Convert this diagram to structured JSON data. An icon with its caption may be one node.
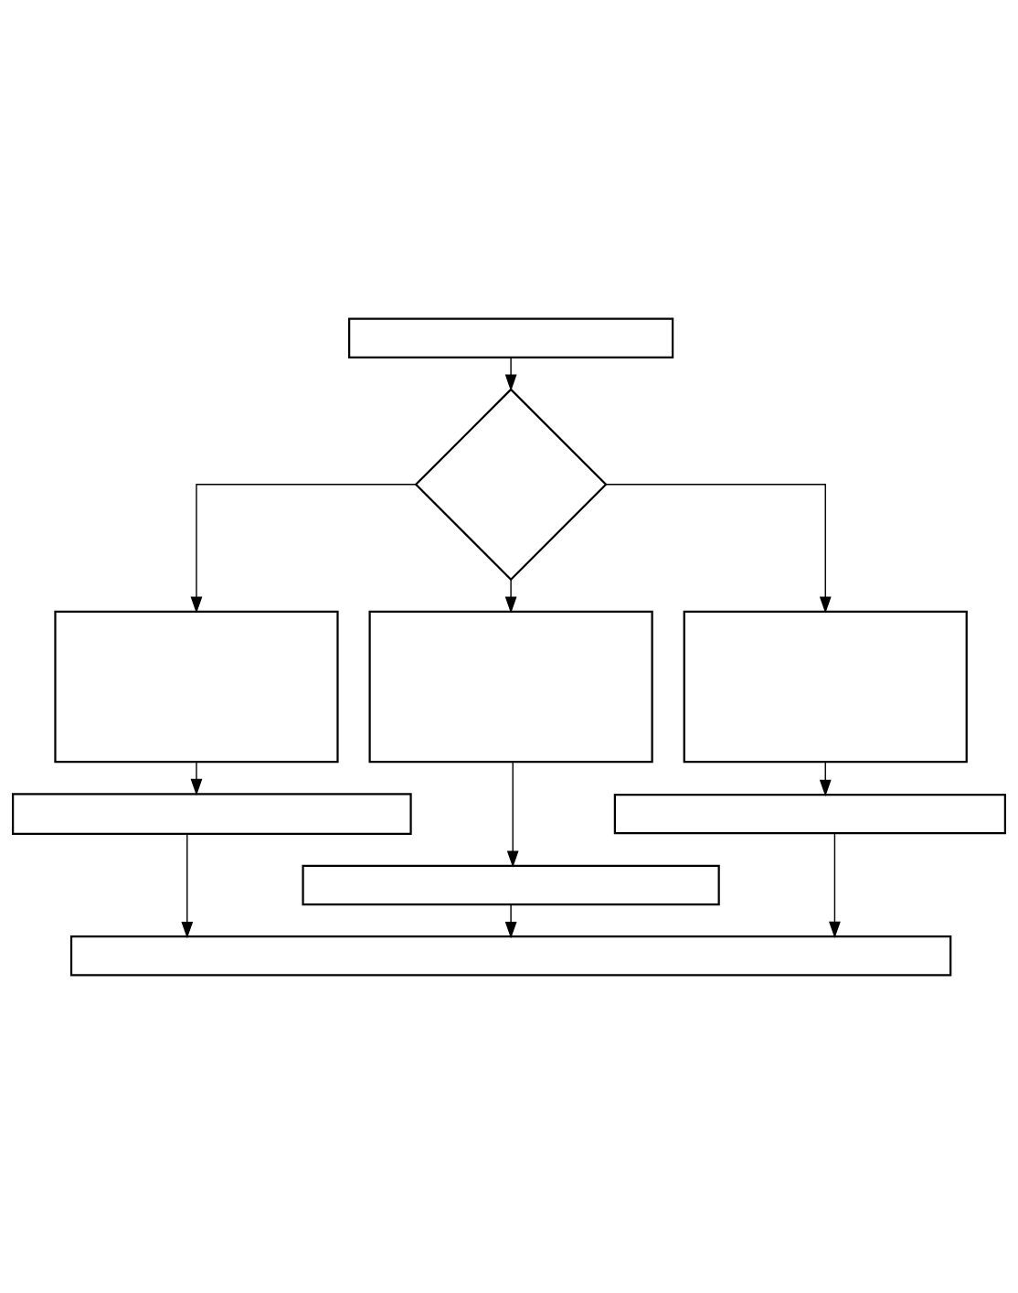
{
  "diagram": {
    "nodes": [
      {
        "text": [],
        "shape": "box"
      },
      {
        "text": [],
        "shape": "diamond"
      },
      {
        "text": [],
        "shape": "box"
      },
      {
        "text": [],
        "shape": "box"
      },
      {
        "text": [],
        "shape": "box"
      },
      {
        "text": [],
        "shape": "box"
      },
      {
        "text": [],
        "shape": "box"
      },
      {
        "text": [],
        "shape": "box"
      },
      {
        "text": [],
        "shape": "box"
      }
    ],
    "edges": [
      {
        "from": 0,
        "to": 1,
        "arrow": "to"
      },
      {
        "from": 1,
        "to": 2,
        "arrow": "to"
      },
      {
        "from": 1,
        "to": 3,
        "arrow": "to"
      },
      {
        "from": 1,
        "to": 4,
        "arrow": "to"
      },
      {
        "from": 2,
        "to": 5,
        "arrow": "to"
      },
      {
        "from": 3,
        "to": 7,
        "arrow": "to"
      },
      {
        "from": 4,
        "to": 6,
        "arrow": "to"
      },
      {
        "from": 5,
        "to": 8,
        "arrow": "to"
      },
      {
        "from": 7,
        "to": 8,
        "arrow": "to"
      },
      {
        "from": 6,
        "to": 8,
        "arrow": "to"
      }
    ]
  }
}
